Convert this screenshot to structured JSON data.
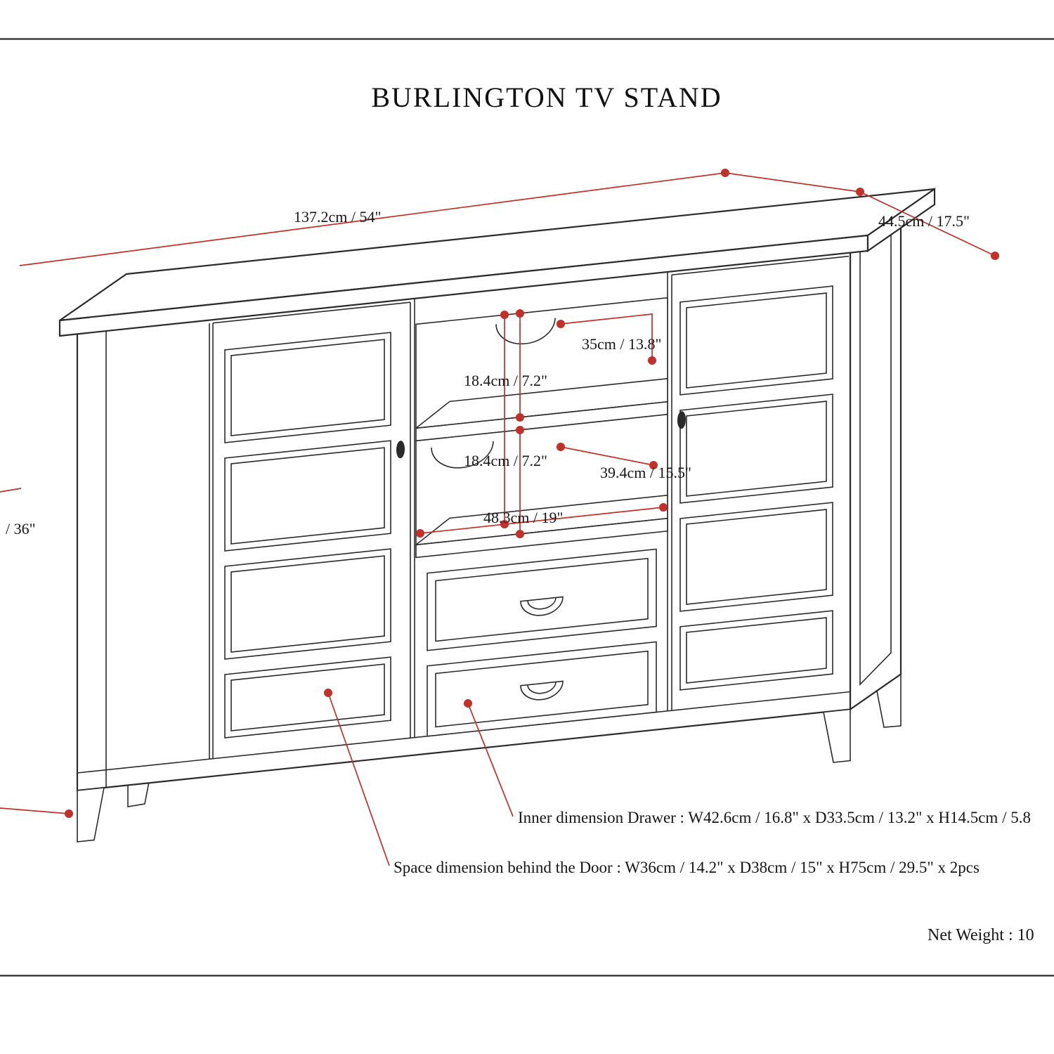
{
  "page": {
    "title": "BURLINGTON TV STAND"
  },
  "colors": {
    "line": "#2b2b2b",
    "dimension_line": "#c2302a",
    "text": "#161616",
    "background": "#ffffff"
  },
  "dimensions": {
    "top_width": "137.2cm / 54\"",
    "top_depth": "44.5cm / 17.5\"",
    "height_partial": "/ 36\"",
    "opening_top_width": "35cm / 13.8\"",
    "shelf_gap_1": "18.4cm / 7.2\"",
    "shelf_gap_2": "18.4cm / 7.2\"",
    "shelf_depth": "39.4cm / 15.5\"",
    "opening_width": "48.3cm / 19\""
  },
  "notes": {
    "drawer_note": "Inner dimension Drawer : W42.6cm / 16.8\" x D33.5cm / 13.2\" x H14.5cm / 5.8",
    "door_note": "Space dimension behind the Door  : W36cm / 14.2\" x D38cm / 15\" x H75cm / 29.5\" x 2pcs",
    "net_weight": "Net Weight : 10"
  }
}
